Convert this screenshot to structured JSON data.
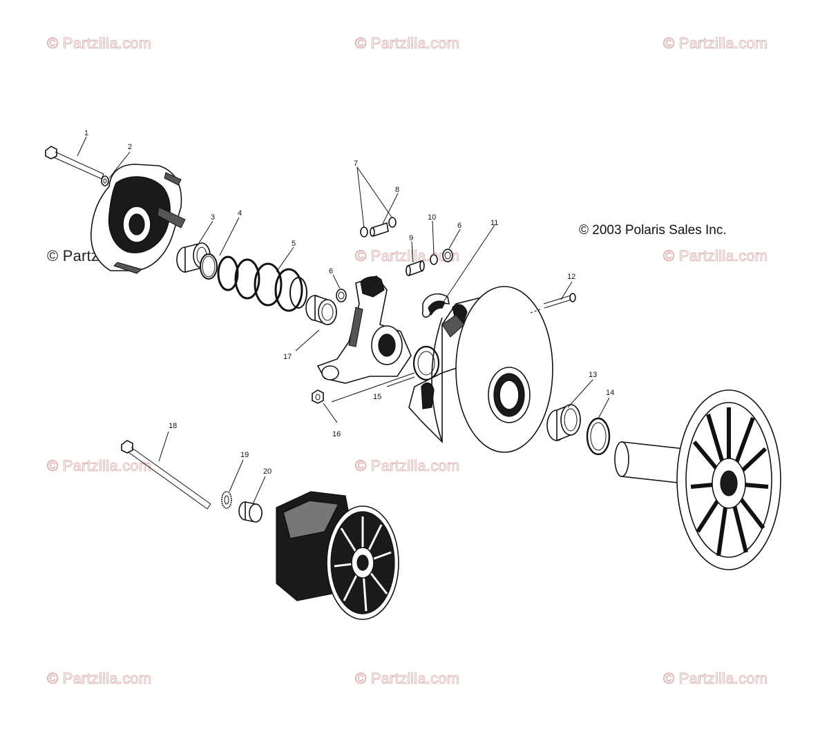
{
  "copyright": "© 2003 Polaris Sales Inc.",
  "watermark": "© Partzilla.com",
  "colors": {
    "watermark": "#d9a9a9",
    "ink": "#111111",
    "background": "#ffffff"
  },
  "parts": [
    {
      "num": "1"
    },
    {
      "num": "2"
    },
    {
      "num": "3"
    },
    {
      "num": "4"
    },
    {
      "num": "5"
    },
    {
      "num": "6"
    },
    {
      "num": "6"
    },
    {
      "num": "7"
    },
    {
      "num": "8"
    },
    {
      "num": "9"
    },
    {
      "num": "10"
    },
    {
      "num": "11"
    },
    {
      "num": "12"
    },
    {
      "num": "13"
    },
    {
      "num": "14"
    },
    {
      "num": "15"
    },
    {
      "num": "16"
    },
    {
      "num": "17"
    },
    {
      "num": "18"
    },
    {
      "num": "19"
    },
    {
      "num": "20"
    }
  ]
}
